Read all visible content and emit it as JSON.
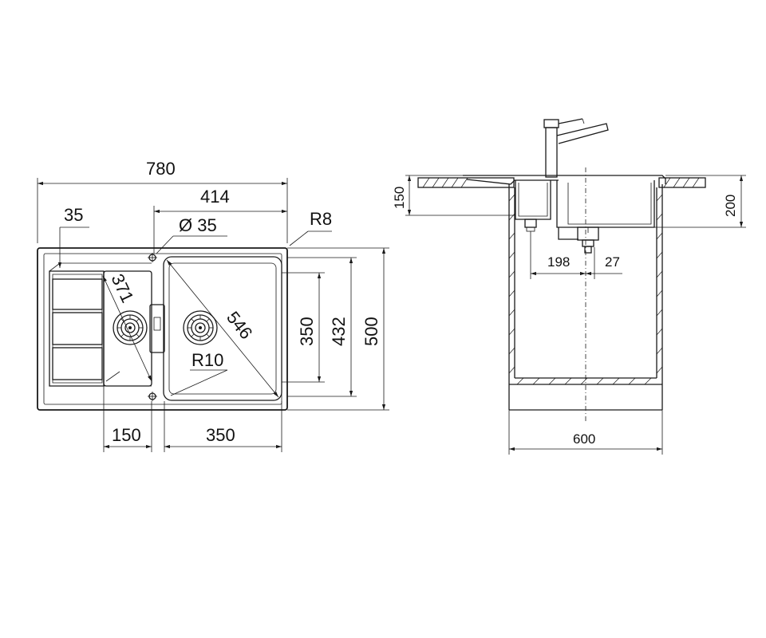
{
  "top_view": {
    "overall_width": "780",
    "bowl_section_width": "414",
    "tap_hole_diameter": "Ø 35",
    "corner_radius_outer": "R8",
    "drainer_offset": "35",
    "drainer_diagonal": "371",
    "bowl_diagonal": "546",
    "bowl_corner_radius": "R10",
    "bowl_depth_inner": "350",
    "overall_depth_inner": "432",
    "overall_depth": "500",
    "drainer_width": "150",
    "bowl_width": "350"
  },
  "side_view": {
    "sink_height": "150",
    "bowl_height": "200",
    "drain_offset_left": "198",
    "drain_offset_right": "27",
    "cabinet_width": "600"
  }
}
